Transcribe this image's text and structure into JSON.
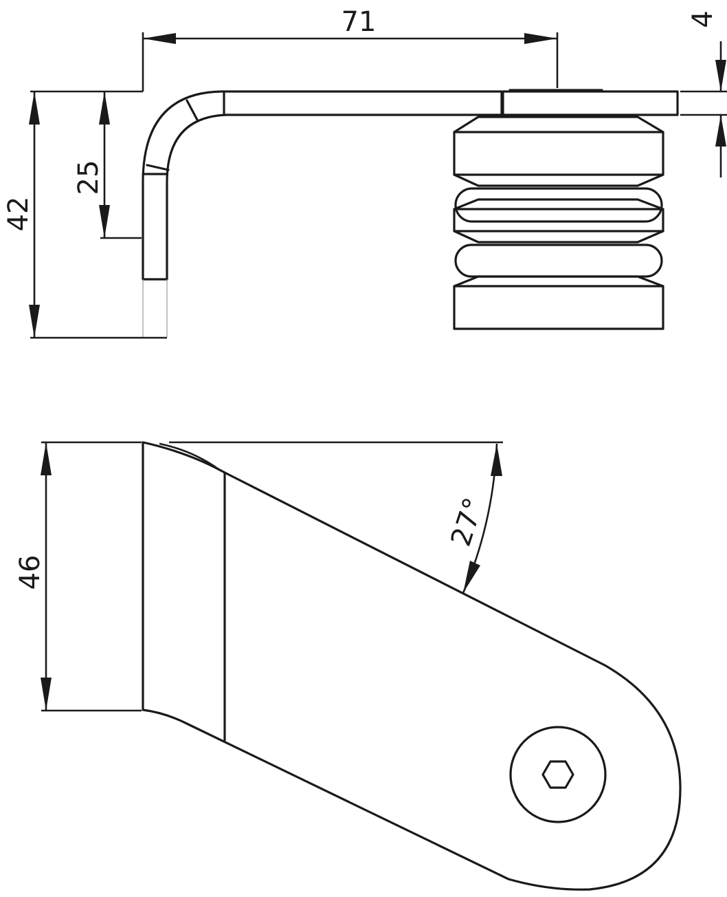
{
  "drawing": {
    "line_color": "#1a1a1a",
    "background": "#ffffff"
  },
  "dimensions": {
    "top_width": "71",
    "plate_thickness": "4",
    "total_height": "42",
    "arm_height": "25",
    "side_height": "46",
    "angle": "27°"
  }
}
